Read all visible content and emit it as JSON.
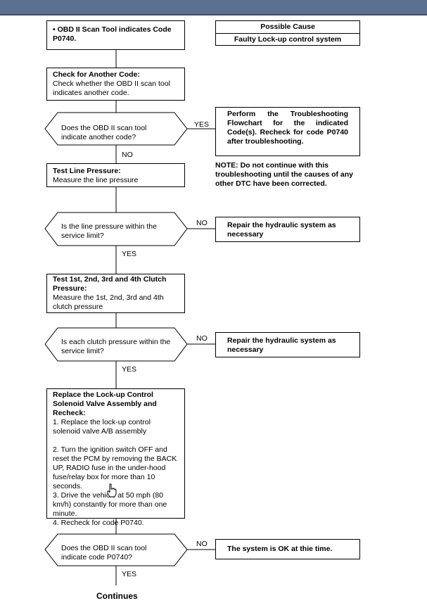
{
  "step1": {
    "text": "• OBD II Scan Tool indicates Code P0740."
  },
  "cause": {
    "header": "Possible Cause",
    "value": "Faulty Lock-up control system"
  },
  "step2": {
    "title": "Check for Another Code:",
    "body": "Check whether the OBD II scan tool indicates another code."
  },
  "q1": {
    "text": "Does the OBD II scan tool indicate another code?",
    "yes": "YES",
    "no": "NO"
  },
  "action1": {
    "text": "Perform the Troubleshooting Flowchart for the indicated Code(s). Recheck for code P0740 after troubleshooting."
  },
  "note": {
    "text": "NOTE: Do not continue with this troubleshooting until the causes of any other DTC have been corrected."
  },
  "step3": {
    "title": "Test Line Pressure:",
    "body": "Measure the line pressure"
  },
  "q2": {
    "text": "Is the line pressure within the service limit?",
    "no": "NO",
    "yes": "YES"
  },
  "action2": {
    "text": "Repair the hydraulic system as necessary"
  },
  "step4": {
    "title": "Test 1st, 2nd, 3rd and 4th Clutch Pressure:",
    "body": "Measure the 1st, 2nd, 3rd and 4th clutch pressure"
  },
  "q3": {
    "text": "Is each clutch pressure within the service limit?",
    "no": "NO",
    "yes": "YES"
  },
  "action3": {
    "text": "Repair the hydraulic system as necessary"
  },
  "step5": {
    "title": "Replace the Lock-up Control Solenoid Valve Assembly and Recheck:",
    "items": [
      "1. Replace the lock-up control solenoid valve A/B assembly",
      "2. Turn the ignition switch OFF and reset the PCM by removing the BACK UP, RADIO fuse in the under-hood fuse/relay box for more than 10 seconds.",
      "3. Drive the vehicle at 50 mph (80 km/h) constantly for more than one minute.",
      "4. Recheck for code P0740."
    ]
  },
  "q4": {
    "text": "Does the OBD II scan tool indicate code P0740?",
    "no": "NO",
    "yes": "YES"
  },
  "action4": {
    "text": "The system is OK at thie time."
  },
  "footer": {
    "text": "Continues"
  }
}
